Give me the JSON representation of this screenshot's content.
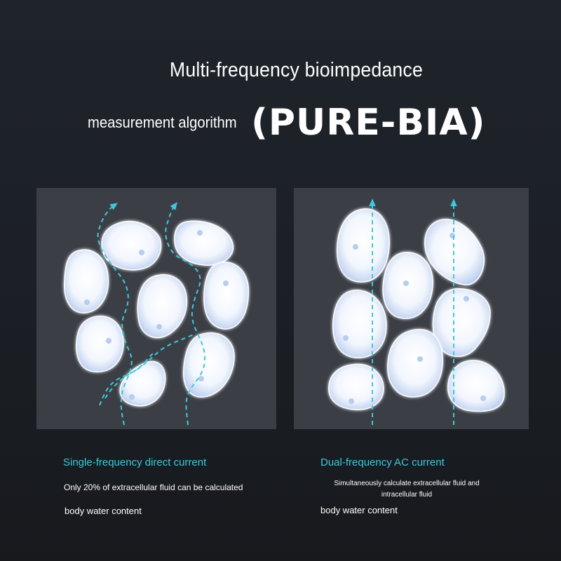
{
  "header": {
    "title_line1": "Multi-frequency bioimpedance",
    "title_line2_small": "measurement algorithm",
    "title_line2_big": "(PURE-BIA)"
  },
  "left_panel": {
    "caption_title": "Single-frequency direct current",
    "caption_desc": "Only 20% of extracellular fluid can be calculated",
    "caption_sub": "body water content"
  },
  "right_panel": {
    "caption_title": "Dual-frequency AC current",
    "caption_desc_line1": "Simultaneously calculate extracellular fluid and",
    "caption_desc_line2": "intracellular fluid",
    "caption_sub": "body water content"
  },
  "colors": {
    "background": "#1d2127",
    "panel": "#3b3f45",
    "accent": "#3fc8dd",
    "cell": "#ffffff"
  }
}
